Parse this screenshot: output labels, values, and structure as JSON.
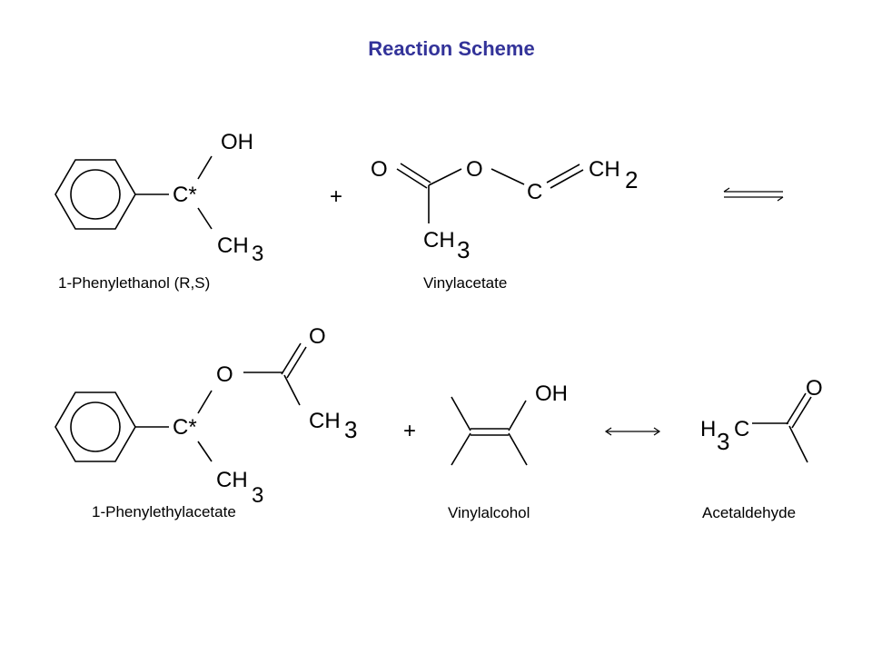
{
  "title": "Reaction Scheme",
  "colors": {
    "title": "#333399",
    "ink": "#000000",
    "background": "#ffffff"
  },
  "reactants": {
    "phenylethanol": {
      "center_label": "C*",
      "top_label": "OH",
      "bottom_label": "CH",
      "bottom_subscript": "3",
      "caption": "1-Phenylethanol (R,S)"
    },
    "plus": "+",
    "vinylacetate": {
      "carbonyl_oxygen": "O",
      "ester_oxygen": "O",
      "vinyl_carbon": "C",
      "terminal_label": "CH",
      "terminal_subscript": "2",
      "methyl_label": "CH",
      "methyl_subscript": "3",
      "caption": "Vinylacetate"
    },
    "equilibrium_arrow": "equilibrium-arrows-icon"
  },
  "products": {
    "phenylethylacetate": {
      "center_label": "C*",
      "ester_oxygen": "O",
      "carbonyl_oxygen": "O",
      "acyl_methyl_label": "CH",
      "acyl_methyl_subscript": "3",
      "methyl_label": "CH",
      "methyl_subscript": "3",
      "caption": "1-Phenylethylacetate"
    },
    "plus": "+",
    "vinylalcohol": {
      "hydroxyl_label": "OH",
      "caption": "Vinylalcohol"
    },
    "tautomer_arrow": "double-headed-arrow-icon",
    "acetaldehyde": {
      "h_label": "H",
      "h_subscript": "3",
      "c_label": "C",
      "carbonyl_oxygen": "O",
      "caption": "Acetaldehyde"
    }
  }
}
